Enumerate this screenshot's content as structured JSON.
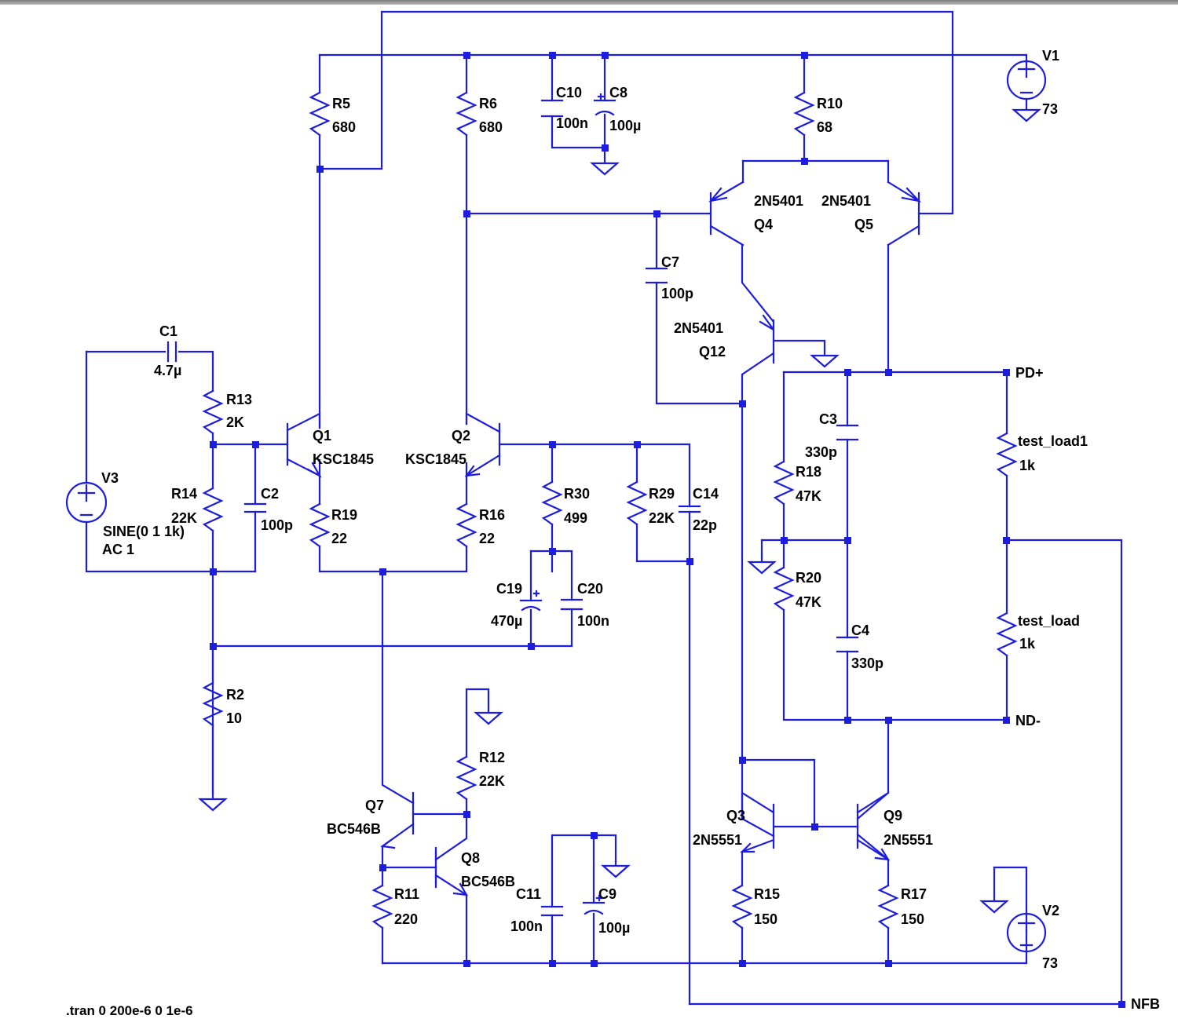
{
  "components": {
    "C1": {
      "ref": "C1",
      "value": "4.7µ"
    },
    "C2": {
      "ref": "C2",
      "value": "100p"
    },
    "C3": {
      "ref": "C3",
      "value": "330p"
    },
    "C4": {
      "ref": "C4",
      "value": "330p"
    },
    "C7": {
      "ref": "C7",
      "value": "100p"
    },
    "C8": {
      "ref": "C8",
      "value": "100µ"
    },
    "C9": {
      "ref": "C9",
      "value": "100µ"
    },
    "C10": {
      "ref": "C10",
      "value": "100n"
    },
    "C11": {
      "ref": "C11",
      "value": "100n"
    },
    "C14": {
      "ref": "C14",
      "value": "22p"
    },
    "C19": {
      "ref": "C19",
      "value": "470µ"
    },
    "C20": {
      "ref": "C20",
      "value": "100n"
    },
    "R2": {
      "ref": "R2",
      "value": "10"
    },
    "R5": {
      "ref": "R5",
      "value": "680"
    },
    "R6": {
      "ref": "R6",
      "value": "680"
    },
    "R10": {
      "ref": "R10",
      "value": "68"
    },
    "R11": {
      "ref": "R11",
      "value": "220"
    },
    "R12": {
      "ref": "R12",
      "value": "22K"
    },
    "R13": {
      "ref": "R13",
      "value": "2K"
    },
    "R14": {
      "ref": "R14",
      "value": "22K"
    },
    "R15": {
      "ref": "R15",
      "value": "150"
    },
    "R16": {
      "ref": "R16",
      "value": "22"
    },
    "R17": {
      "ref": "R17",
      "value": "150"
    },
    "R18": {
      "ref": "R18",
      "value": "47K"
    },
    "R19": {
      "ref": "R19",
      "value": "22"
    },
    "R20": {
      "ref": "R20",
      "value": "47K"
    },
    "R29": {
      "ref": "R29",
      "value": "22K"
    },
    "R30": {
      "ref": "R30",
      "value": "499"
    },
    "test_load": {
      "ref": "test_load",
      "value": "1k"
    },
    "test_load1": {
      "ref": "test_load1",
      "value": "1k"
    },
    "Q1": {
      "ref": "Q1",
      "model": "KSC1845"
    },
    "Q2": {
      "ref": "Q2",
      "model": "KSC1845"
    },
    "Q3": {
      "ref": "Q3",
      "model": "2N5551"
    },
    "Q4": {
      "ref": "Q4",
      "model": "2N5401"
    },
    "Q5": {
      "ref": "Q5",
      "model": "2N5401"
    },
    "Q7": {
      "ref": "Q7",
      "model": "BC546B"
    },
    "Q8": {
      "ref": "Q8",
      "model": "BC546B"
    },
    "Q9": {
      "ref": "Q9",
      "model": "2N5551"
    },
    "Q12": {
      "ref": "Q12",
      "model": "2N5401"
    },
    "V1": {
      "ref": "V1",
      "value": "73"
    },
    "V2": {
      "ref": "V2",
      "value": "73"
    },
    "V3": {
      "ref": "V3",
      "value": "SINE(0 1 1k)",
      "ac": "AC 1"
    }
  },
  "nets": {
    "pd_plus": "PD+",
    "nd_minus": "ND-",
    "nfb": "NFB"
  },
  "directive": ".tran 0 200e-6 0 1e-6",
  "colors": {
    "wire": "#1d1de0",
    "text": "#000000",
    "background": "#ffffff"
  }
}
